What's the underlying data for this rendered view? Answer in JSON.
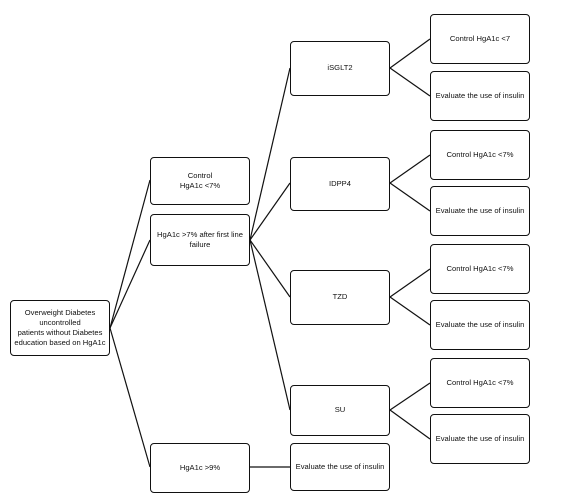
{
  "root": {
    "line1": "Overweight Diabetes",
    "line2": "uncontrolled",
    "line3": "patients without Diabetes",
    "line4": "education based on HgA1c"
  },
  "control_first": {
    "line1": "Control",
    "line2": "HgA1c <7%"
  },
  "failure": {
    "line1": "HgA1c >7% after first line",
    "line2": "failure"
  },
  "high": {
    "label": "HgA1c >9%"
  },
  "high_result": {
    "label": "Evaluate the use of insulin"
  },
  "drugs": [
    {
      "label": "iSGLT2",
      "control": "Control HgA1c <7",
      "insulin": "Evaluate the use of insulin"
    },
    {
      "label": "IDPP4",
      "control": "Control HgA1c <7%",
      "insulin": "Evaluate the use of insulin"
    },
    {
      "label": "TZD",
      "control": "Control HgA1c <7%",
      "insulin": "Evaluate the use of insulin"
    },
    {
      "label": "SU",
      "control": "Control HgA1c <7%",
      "insulin": "Evaluate the use of insulin"
    }
  ]
}
